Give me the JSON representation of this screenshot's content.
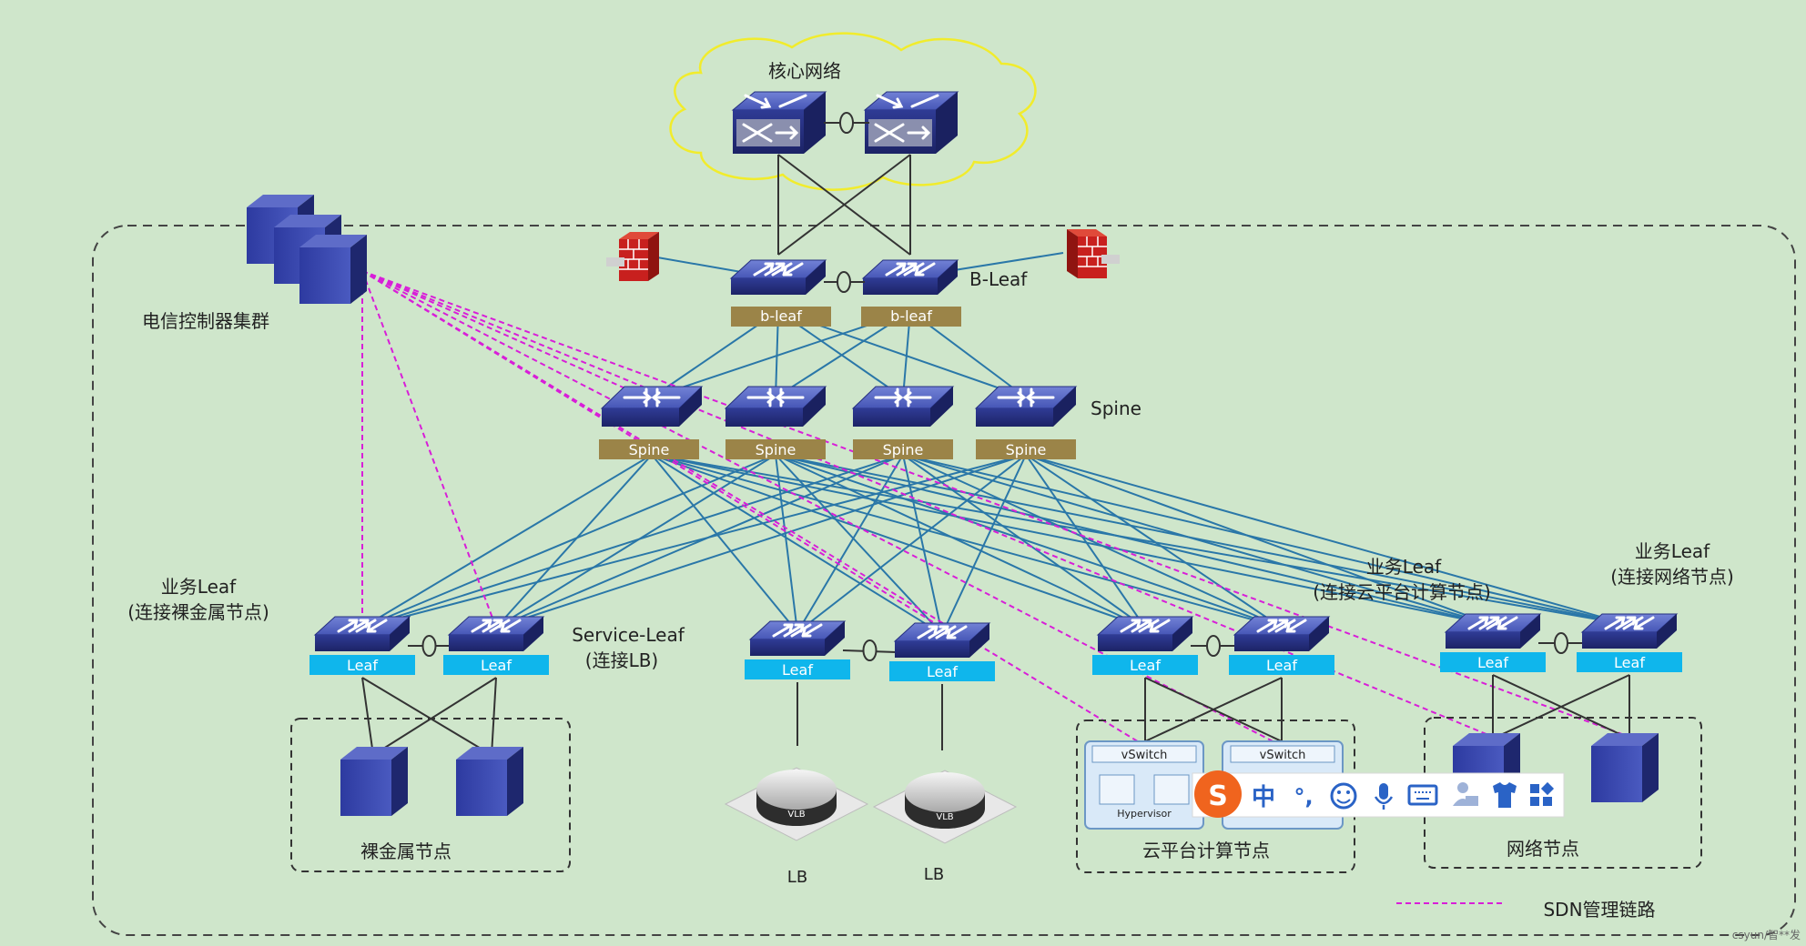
{
  "title_core": "核心网络",
  "b_leaf_label": "B-Leaf",
  "b_leaf_tags": [
    "b-leaf",
    "b-leaf"
  ],
  "spine_label": "Spine",
  "spine_tags": [
    "Spine",
    "Spine",
    "Spine",
    "Spine"
  ],
  "controller_label": "电信控制器集群",
  "leaf_tag": "Leaf",
  "bare_metal_leaf": {
    "line1": "业务Leaf",
    "line2": "(连接裸金属节点)"
  },
  "service_leaf": {
    "line1": "Service-Leaf",
    "line2": "(连接LB)"
  },
  "cloud_leaf": {
    "line1": "业务Leaf",
    "line2": "(连接云平台计算节点)"
  },
  "network_leaf": {
    "line1": "业务Leaf",
    "line2": "(连接网络节点)"
  },
  "bare_metal_group": "裸金属节点",
  "cloud_group": "云平台计算节点",
  "network_group": "网络节点",
  "lb_labels": [
    "LB",
    "LB"
  ],
  "lb_device_text": "VLB",
  "vswitch_label": "vSwitch",
  "hypervisor_label": "Hypervisor",
  "legend_sdn": "SDN管理链路",
  "ime_char": "中",
  "ime_punct": "°,",
  "watermark": "csyun/智**发",
  "colors": {
    "background": "#cfe6cb",
    "link_blue": "#2a77a8",
    "sdn_magenta": "#d81ed8",
    "switch_top": "#5b6cc8",
    "switch_side": "#26307e",
    "leaf_tag": "#0fb6ec",
    "gold_tag": "#9b8448",
    "cloud_outline": "#f1ec2c",
    "firewall": "#c8201e"
  }
}
